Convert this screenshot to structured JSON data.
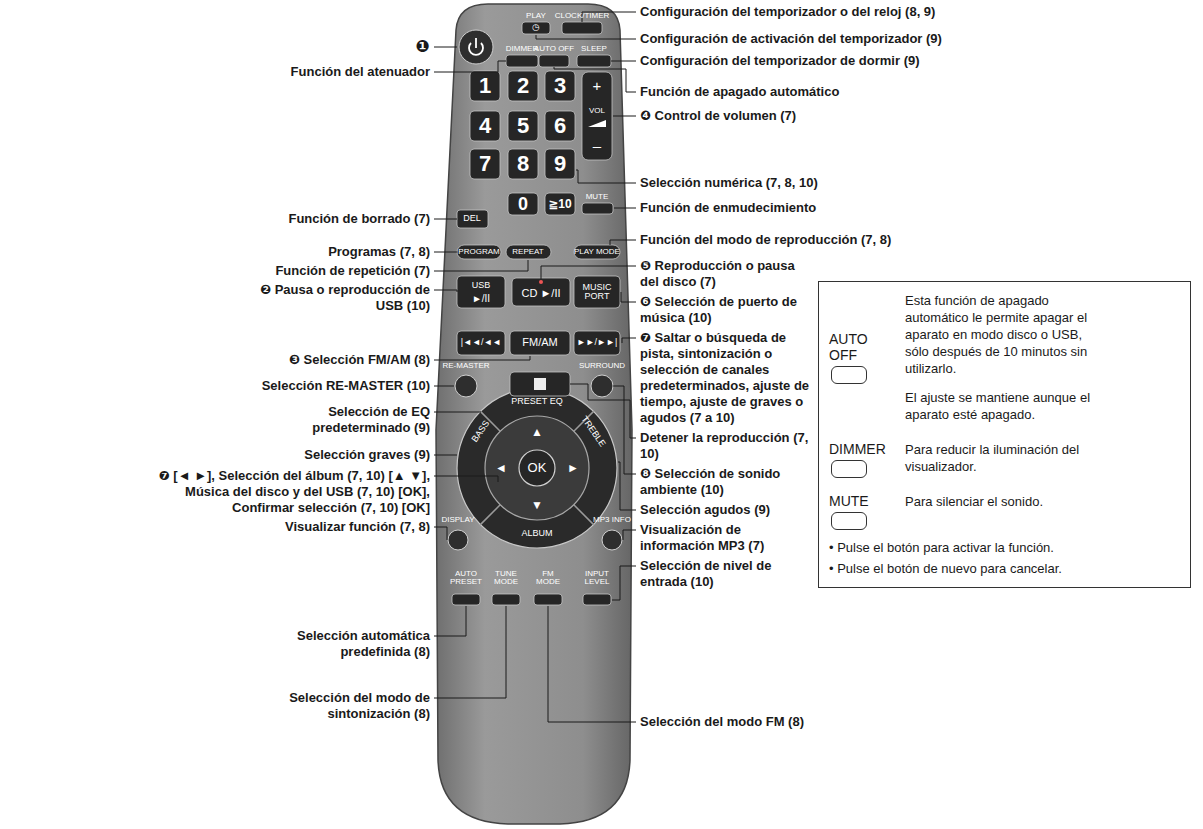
{
  "diagram": {
    "nodes": [
      {
        "text": [
          "AUTO OFF",
          "Esta función de apagado automático le permite apagar el aparato en modo disco o USB, sólo después de 10 minutos sin utilizarlo.",
          "El ajuste se mantiene aunque el aparato esté apagado.",
          "DIMMER",
          "Para reducir la iluminación del visualizador.",
          "MUTE",
          "Para silenciar el sonido.",
          "• Pulse el botón para activar la función.",
          "• Pulse el botón de nuevo para cancelar."
        ]
      }
    ],
    "labels": [
      "❶",
      "Función del atenuador",
      "Función de borrado (7)",
      "Programas (7, 8)",
      "Función de repetición (7)",
      "❷ Pausa o reproducción de USB (10)",
      "❸ Selección FM/AM (8)",
      "Selección RE-MASTER (10)",
      "Selección de EQ predeterminado (9)",
      "Selección graves (9)",
      "❼ [◄ ►], Selección del álbum (7, 10) [▲ ▼], Música del disco y del USB (7, 10) [OK], Confirmar selección (7, 10) [OK]",
      "Visualizar función (7, 8)",
      "Selección automática predefinida (8)",
      "Selección del modo de sintonización (8)",
      "Configuración del temporizador o del reloj (8, 9)",
      "Configuración de activación del temporizador (9)",
      "Configuración del temporizador de dormir (9)",
      "Función de apagado automático",
      "❹ Control de volumen (7)",
      "Selección numérica (7, 8, 10)",
      "Función de enmudecimiento",
      "Función del modo de reproducción (7, 8)",
      "❺ Reproducción o pausa del disco (7)",
      "❻ Selección de puerto de música (10)",
      "❼ Saltar o búsqueda de pista, sintonización o selección de canales predeterminados, ajuste de tiempo, ajuste de graves o agudos (7 a 10)",
      "Detener la reproducción (7, 10)",
      "❽ Selección de sonido ambiente (10)",
      "Selección agudos (9)",
      "Visualización de información MP3 (7)",
      "Selección de nivel de entrada (10)",
      "Selección del modo FM (8)",
      "PLAY",
      "◷",
      "CLOCK/TIMER",
      "DIMMER",
      "AUTO OFF",
      "SLEEP",
      "1",
      "2",
      "3",
      "4",
      "5",
      "6",
      "7",
      "8",
      "9",
      "0",
      "≧10",
      "+",
      "VOL",
      "–",
      "MUTE",
      "DEL",
      "PROGRAM",
      "REPEAT",
      "PLAY MODE",
      "USB",
      "►/II",
      "CD ►/II",
      "MUSIC PORT",
      "|◄◄/◄◄",
      "FM/AM",
      "►►/►►|",
      "RE-MASTER",
      "SURROUND",
      "PRESET EQ",
      "BASS",
      "TREBLE",
      "▲",
      "◄",
      "OK",
      "►",
      "▼",
      "ALBUM",
      "DISPLAY",
      "MP3 INFO",
      "AUTO PRESET",
      "TUNE MODE",
      "FM MODE",
      "INPUT LEVEL"
    ]
  }
}
